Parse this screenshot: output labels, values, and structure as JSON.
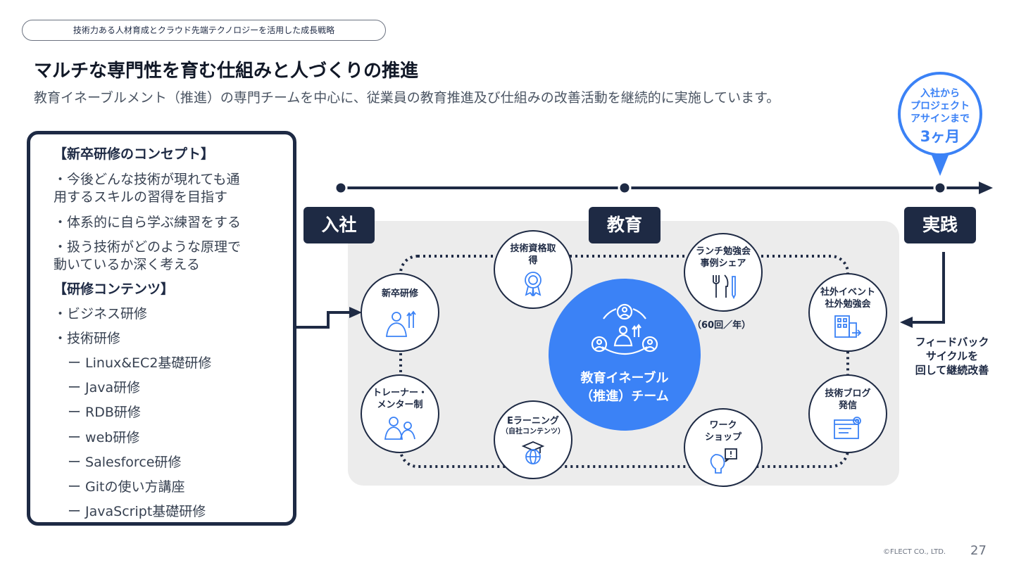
{
  "header": {
    "topic": "技術力ある人材育成とクラウド先端テクノロジーを活用した成長戦略",
    "title": "マルチな専門性を育む仕組みと人づくりの推進",
    "subtitle": "教育イネーブルメント（推進）の専門チームを中心に、従業員の教育推進及び仕組みの改善活動を継続的に実施しています。"
  },
  "left_panel": {
    "concept_heading": "【新卒研修のコンセプト】",
    "concepts": [
      [
        "・今後どんな技術が現れても通",
        "用するスキルの習得を目指す"
      ],
      [
        "・体系的に自ら学ぶ練習をする"
      ],
      [
        "・扱う技術がどのような原理で",
        "動いているか深く考える"
      ]
    ],
    "contents_heading": "【研修コンテンツ】",
    "contents": [
      "・ビジネス研修",
      "・技術研修"
    ],
    "tech_items": [
      "ー Linux&EC2基礎研修",
      "ー Java研修",
      "ー RDB研修",
      "ー web研修",
      "ー Salesforce研修",
      "ー Gitの使い方講座",
      "ー JavaScript基礎研修"
    ]
  },
  "timeline": {
    "phases": [
      "入社",
      "教育",
      "実践"
    ],
    "badge": {
      "lines": [
        "入社から",
        "プロジェクト",
        "アサインまで"
      ],
      "duration": "3ヶ月"
    }
  },
  "cycle": {
    "center": {
      "line1": "教育イネーブル",
      "line2": "（推進）チーム"
    },
    "nodes": {
      "shinsotsu": {
        "lines": [
          "新卒研修"
        ],
        "icon": "person-growth-icon"
      },
      "shikaku": {
        "lines": [
          "技術資格取",
          "得"
        ],
        "icon": "certificate-badge-icon"
      },
      "lunch": {
        "lines": [
          "ランチ勉強会",
          "事例シェア"
        ],
        "icon": "cutlery-icon"
      },
      "event": {
        "lines": [
          "社外イベント",
          "社外勉強会"
        ],
        "icon": "building-icon"
      },
      "blog": {
        "lines": [
          "技術ブログ",
          "発信"
        ],
        "icon": "browser-gear-icon"
      },
      "workshop": {
        "lines": [
          "ワーク",
          "ショップ"
        ],
        "icon": "lightbulb-icon"
      },
      "elearning": {
        "line1": "Eラーニング",
        "line2": "（自社コンテンツ）",
        "icon": "graduation-globe-icon"
      },
      "trainer": {
        "lines": [
          "トレーナー・",
          "メンター制"
        ],
        "icon": "mentor-people-icon"
      }
    },
    "lunch_frequency": "（60回／年）"
  },
  "feedback": {
    "lines": [
      "フィードバック",
      "サイクルを",
      "回して継続改善"
    ]
  },
  "footer": {
    "copyright": "©FLECT CO., LTD.",
    "page": "27"
  },
  "colors": {
    "navy": "#1e2a44",
    "blue": "#3b82f6",
    "panel_gray": "#ececec"
  }
}
